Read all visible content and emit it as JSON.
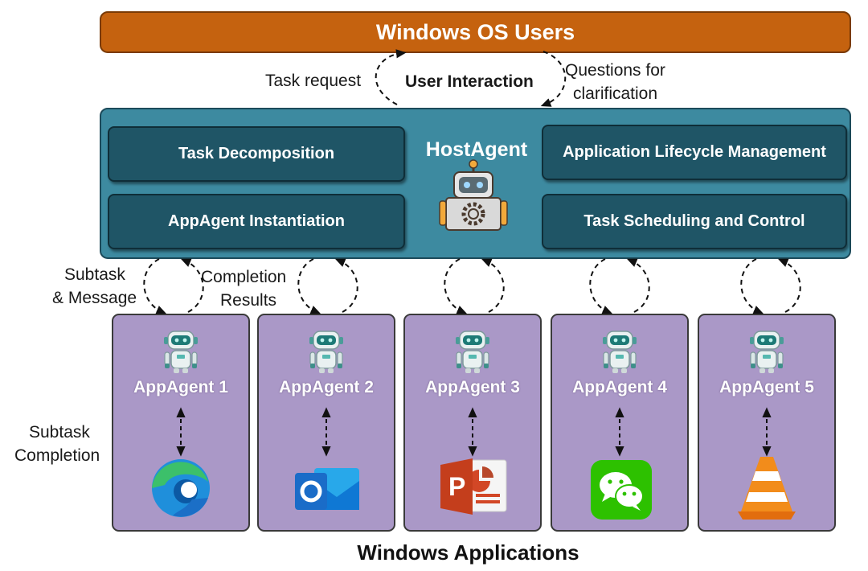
{
  "colors": {
    "users_bar": "#c5620f",
    "host_panel": "#3d8aa0",
    "host_box": "#1f5566",
    "agent_box": "#aa98c7"
  },
  "users_bar": {
    "label": "Windows OS Users"
  },
  "interaction": {
    "center_label": "User Interaction",
    "left_label": "Task request",
    "right_label_line1": "Questions for",
    "right_label_line2": "clarification"
  },
  "host": {
    "title": "HostAgent",
    "icon": "robot-icon",
    "modules": [
      {
        "label": "Task Decomposition"
      },
      {
        "label": "AppAgent Instantiation"
      },
      {
        "label": "Application Lifecycle Management"
      },
      {
        "label": "Task Scheduling and Control"
      }
    ]
  },
  "edge_labels": {
    "subtask_line1": "Subtask",
    "subtask_line2": "& Message",
    "completion_line1": "Completion",
    "completion_line2": "Results",
    "side_line1": "Subtask",
    "side_line2": "Completion"
  },
  "agents": [
    {
      "label": "AppAgent 1",
      "app_icon": "edge-icon"
    },
    {
      "label": "AppAgent 2",
      "app_icon": "outlook-icon"
    },
    {
      "label": "AppAgent 3",
      "app_icon": "powerpoint-icon"
    },
    {
      "label": "AppAgent 4",
      "app_icon": "wechat-icon"
    },
    {
      "label": "AppAgent 5",
      "app_icon": "vlc-icon"
    }
  ],
  "footer": {
    "label": "Windows Applications"
  }
}
